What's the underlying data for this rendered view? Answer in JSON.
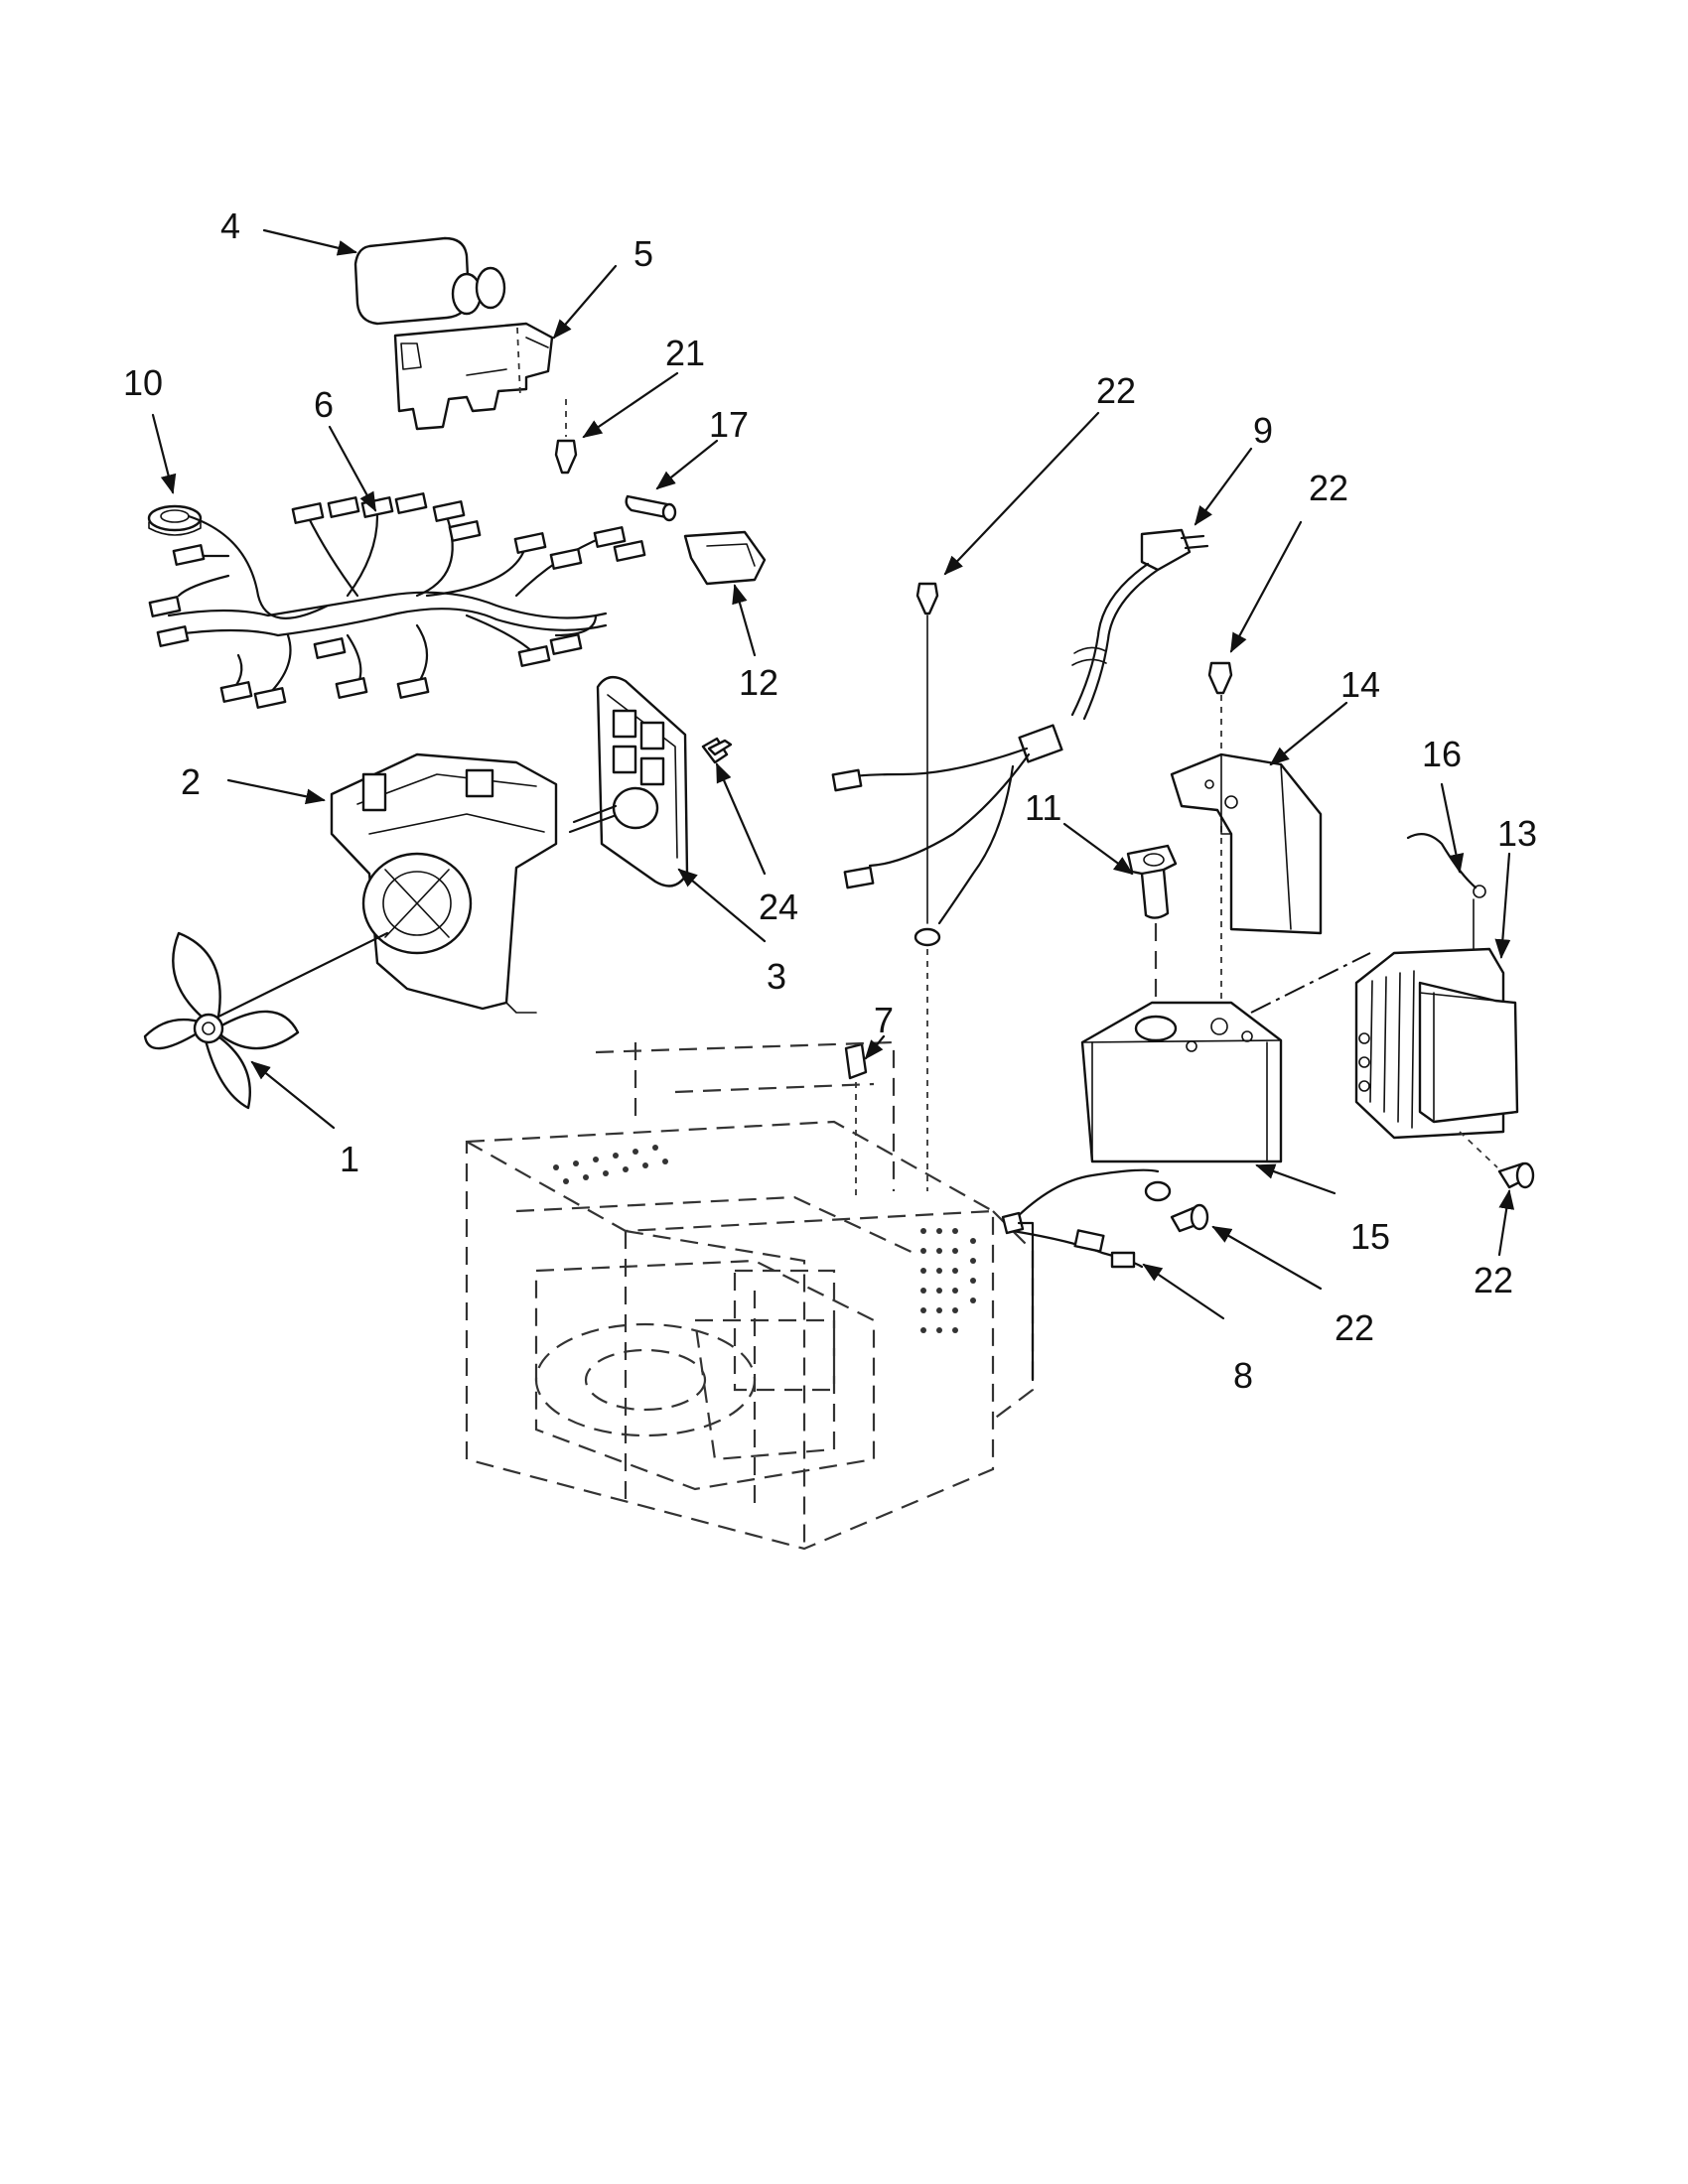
{
  "diagram": {
    "callouts": [
      {
        "id": "c-4",
        "label": "4"
      },
      {
        "id": "c-5",
        "label": "5"
      },
      {
        "id": "c-10",
        "label": "10"
      },
      {
        "id": "c-6",
        "label": "6"
      },
      {
        "id": "c-21",
        "label": "21"
      },
      {
        "id": "c-17",
        "label": "17"
      },
      {
        "id": "c-12",
        "label": "12"
      },
      {
        "id": "c-22a",
        "label": "22"
      },
      {
        "id": "c-9",
        "label": "9"
      },
      {
        "id": "c-22b",
        "label": "22"
      },
      {
        "id": "c-14",
        "label": "14"
      },
      {
        "id": "c-16",
        "label": "16"
      },
      {
        "id": "c-13",
        "label": "13"
      },
      {
        "id": "c-11",
        "label": "11"
      },
      {
        "id": "c-2",
        "label": "2"
      },
      {
        "id": "c-24",
        "label": "24"
      },
      {
        "id": "c-3",
        "label": "3"
      },
      {
        "id": "c-7",
        "label": "7"
      },
      {
        "id": "c-1",
        "label": "1"
      },
      {
        "id": "c-15",
        "label": "15"
      },
      {
        "id": "c-22c",
        "label": "22"
      },
      {
        "id": "c-22d",
        "label": "22"
      },
      {
        "id": "c-8",
        "label": "8"
      }
    ]
  }
}
